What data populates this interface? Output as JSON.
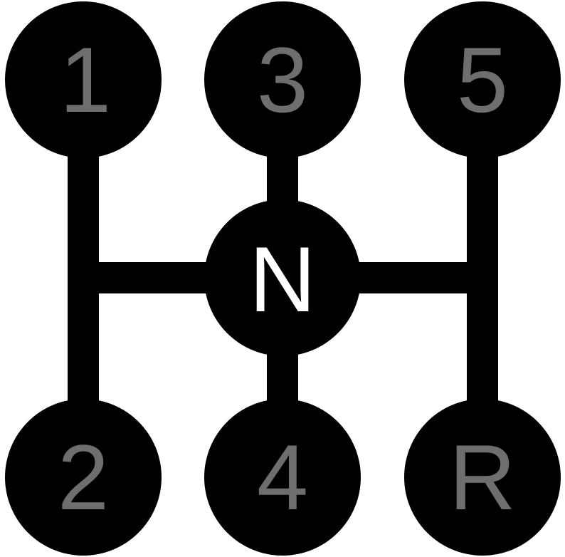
{
  "gears": {
    "g1": "1",
    "g3": "3",
    "g5": "5",
    "neutral": "N",
    "g2": "2",
    "g4": "4",
    "reverse": "R"
  },
  "colors": {
    "knob": "#000000",
    "gate": "#000000",
    "gear_text": "#6e6e6e",
    "neutral_text": "#ffffff",
    "background": "#ffffff"
  }
}
